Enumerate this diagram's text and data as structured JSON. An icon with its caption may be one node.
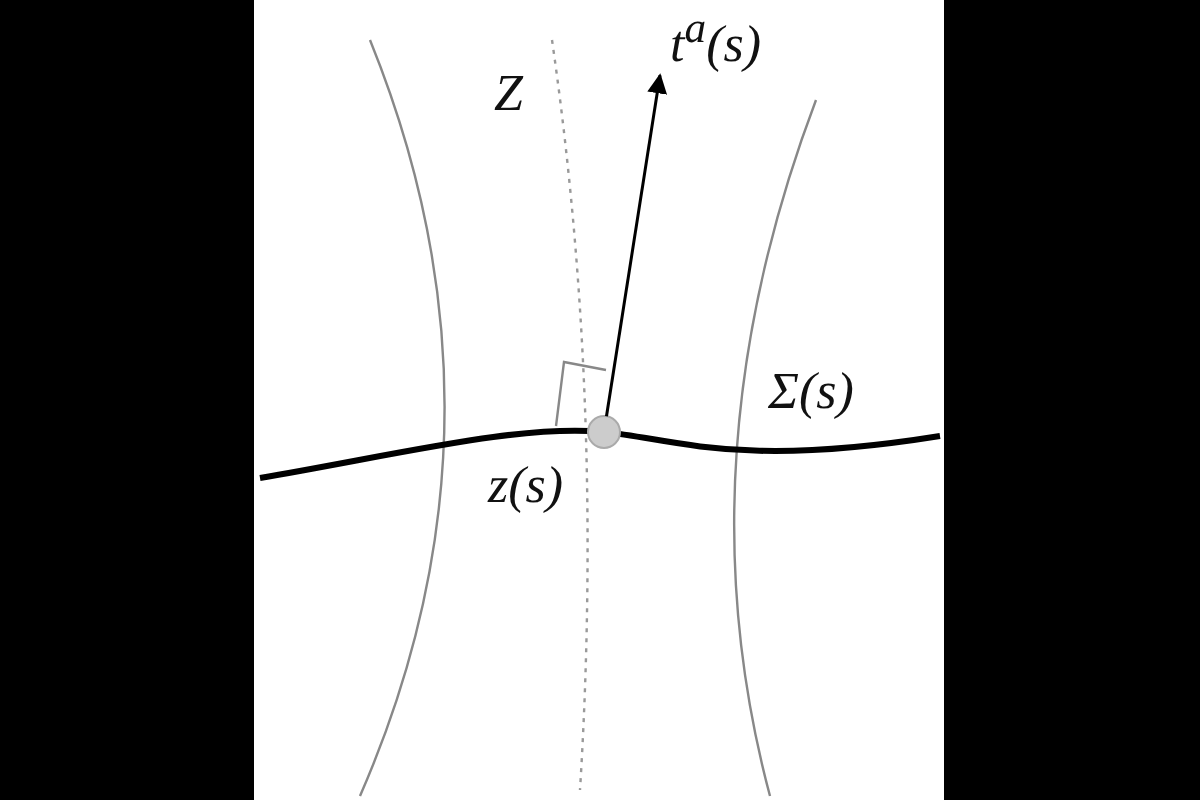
{
  "diagram": {
    "nodes": [
      {
        "text": [],
        "shape": "circle",
        "beside": [
          "z(s)"
        ]
      },
      {
        "text": [
          "t$^{a}$(s)"
        ]
      }
    ],
    "edges": [
      {
        "from": 0,
        "to": 1,
        "arrow": "to"
      }
    ],
    "labels": [
      "Z",
      "Σ(s)"
    ]
  }
}
